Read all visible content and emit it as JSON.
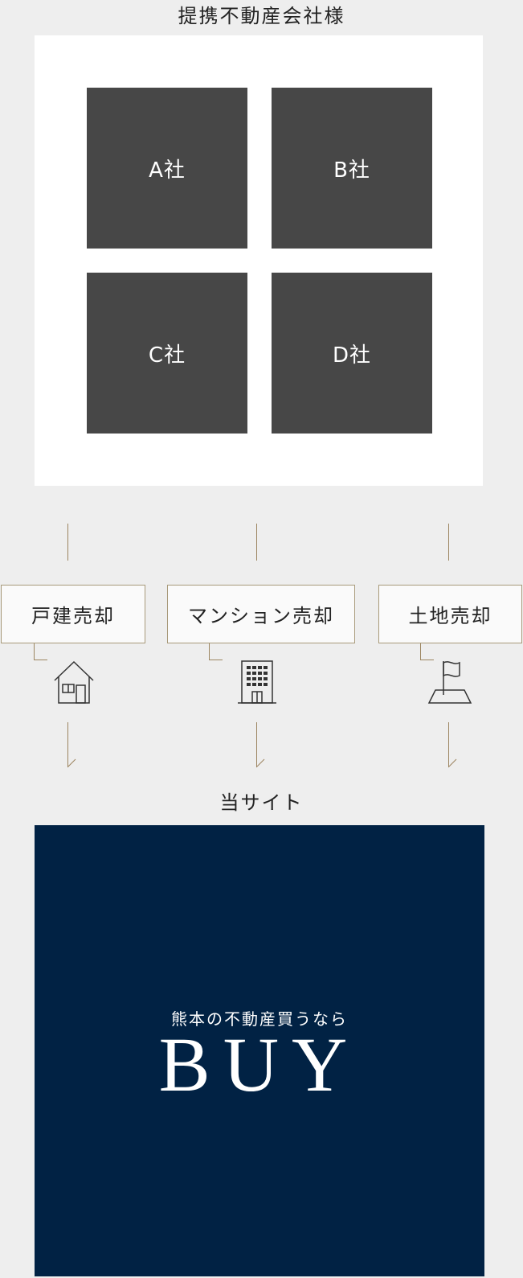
{
  "partners": {
    "title": "提携不動産会社様",
    "companies": [
      "A社",
      "B社",
      "C社",
      "D社"
    ]
  },
  "categories": [
    {
      "label": "戸建売却",
      "icon": "house-icon"
    },
    {
      "label": "マンション売却",
      "icon": "building-icon"
    },
    {
      "label": "土地売却",
      "icon": "land-flag-icon"
    }
  ],
  "site": {
    "title": "当サイト",
    "subtitle": "熊本の不動産買うなら",
    "main": "BUY"
  },
  "colors": {
    "background": "#eeeeee",
    "company_box": "#474747",
    "site_panel": "#012244",
    "line_accent": "#9c8560"
  }
}
